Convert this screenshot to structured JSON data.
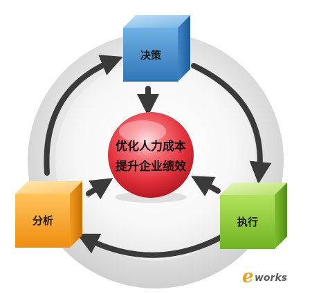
{
  "center": {
    "line1": "优化人力成本",
    "line2": "提升企业绩效"
  },
  "nodes": {
    "decision": {
      "label": "决策"
    },
    "execution": {
      "label": "执行"
    },
    "analysis": {
      "label": "分析"
    }
  },
  "watermark": {
    "e": "e",
    "text": "works"
  },
  "colors": {
    "decision": "#4f95cf",
    "execution": "#8dcc3a",
    "analysis": "#f6a11f",
    "center": "#e3303a",
    "arrow": "#3a3a3a",
    "ring": "#dcdcdc",
    "watermark_e": "#e8a21b",
    "watermark_text": "#5a5a5a"
  }
}
